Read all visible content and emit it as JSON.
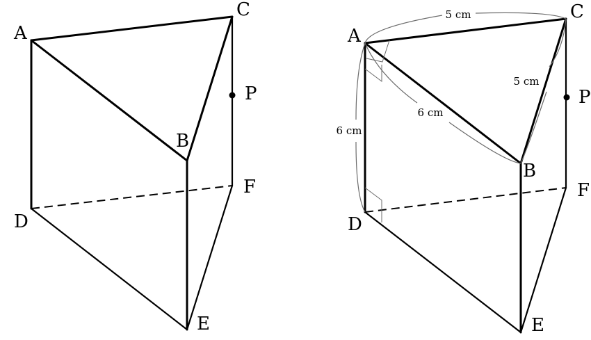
{
  "figure1": {
    "labels": {
      "A": "A",
      "B": "B",
      "C": "C",
      "D": "D",
      "E": "E",
      "F": "F",
      "P": "P"
    }
  },
  "figure2": {
    "labels": {
      "A": "A",
      "B": "B",
      "C": "C",
      "D": "D",
      "E": "E",
      "F": "F",
      "P": "P"
    },
    "dimensions": {
      "ac": "5 cm",
      "cb": "5 cm",
      "ab": "6 cm",
      "ad": "6 cm"
    }
  }
}
